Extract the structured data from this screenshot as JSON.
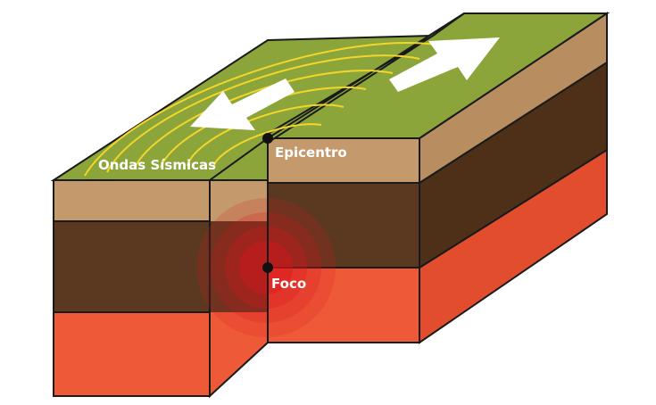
{
  "labels": {
    "seismic_waves": "Ondas Sísmicas",
    "epicenter": "Epicentro",
    "focus": "Foco"
  },
  "colors": {
    "surface": "#8ba53a",
    "topsoil": "#c49a6c",
    "rock": "#5b3920",
    "mantle": "#ee5a37",
    "waves": "#f4d52a",
    "focus_glow": "#d9141e",
    "arrows": "#ffffff",
    "outline": "#1a1a1a"
  },
  "icons": {
    "left_block_motion": "arrow-down-left-icon",
    "right_block_motion": "arrow-up-right-icon"
  }
}
